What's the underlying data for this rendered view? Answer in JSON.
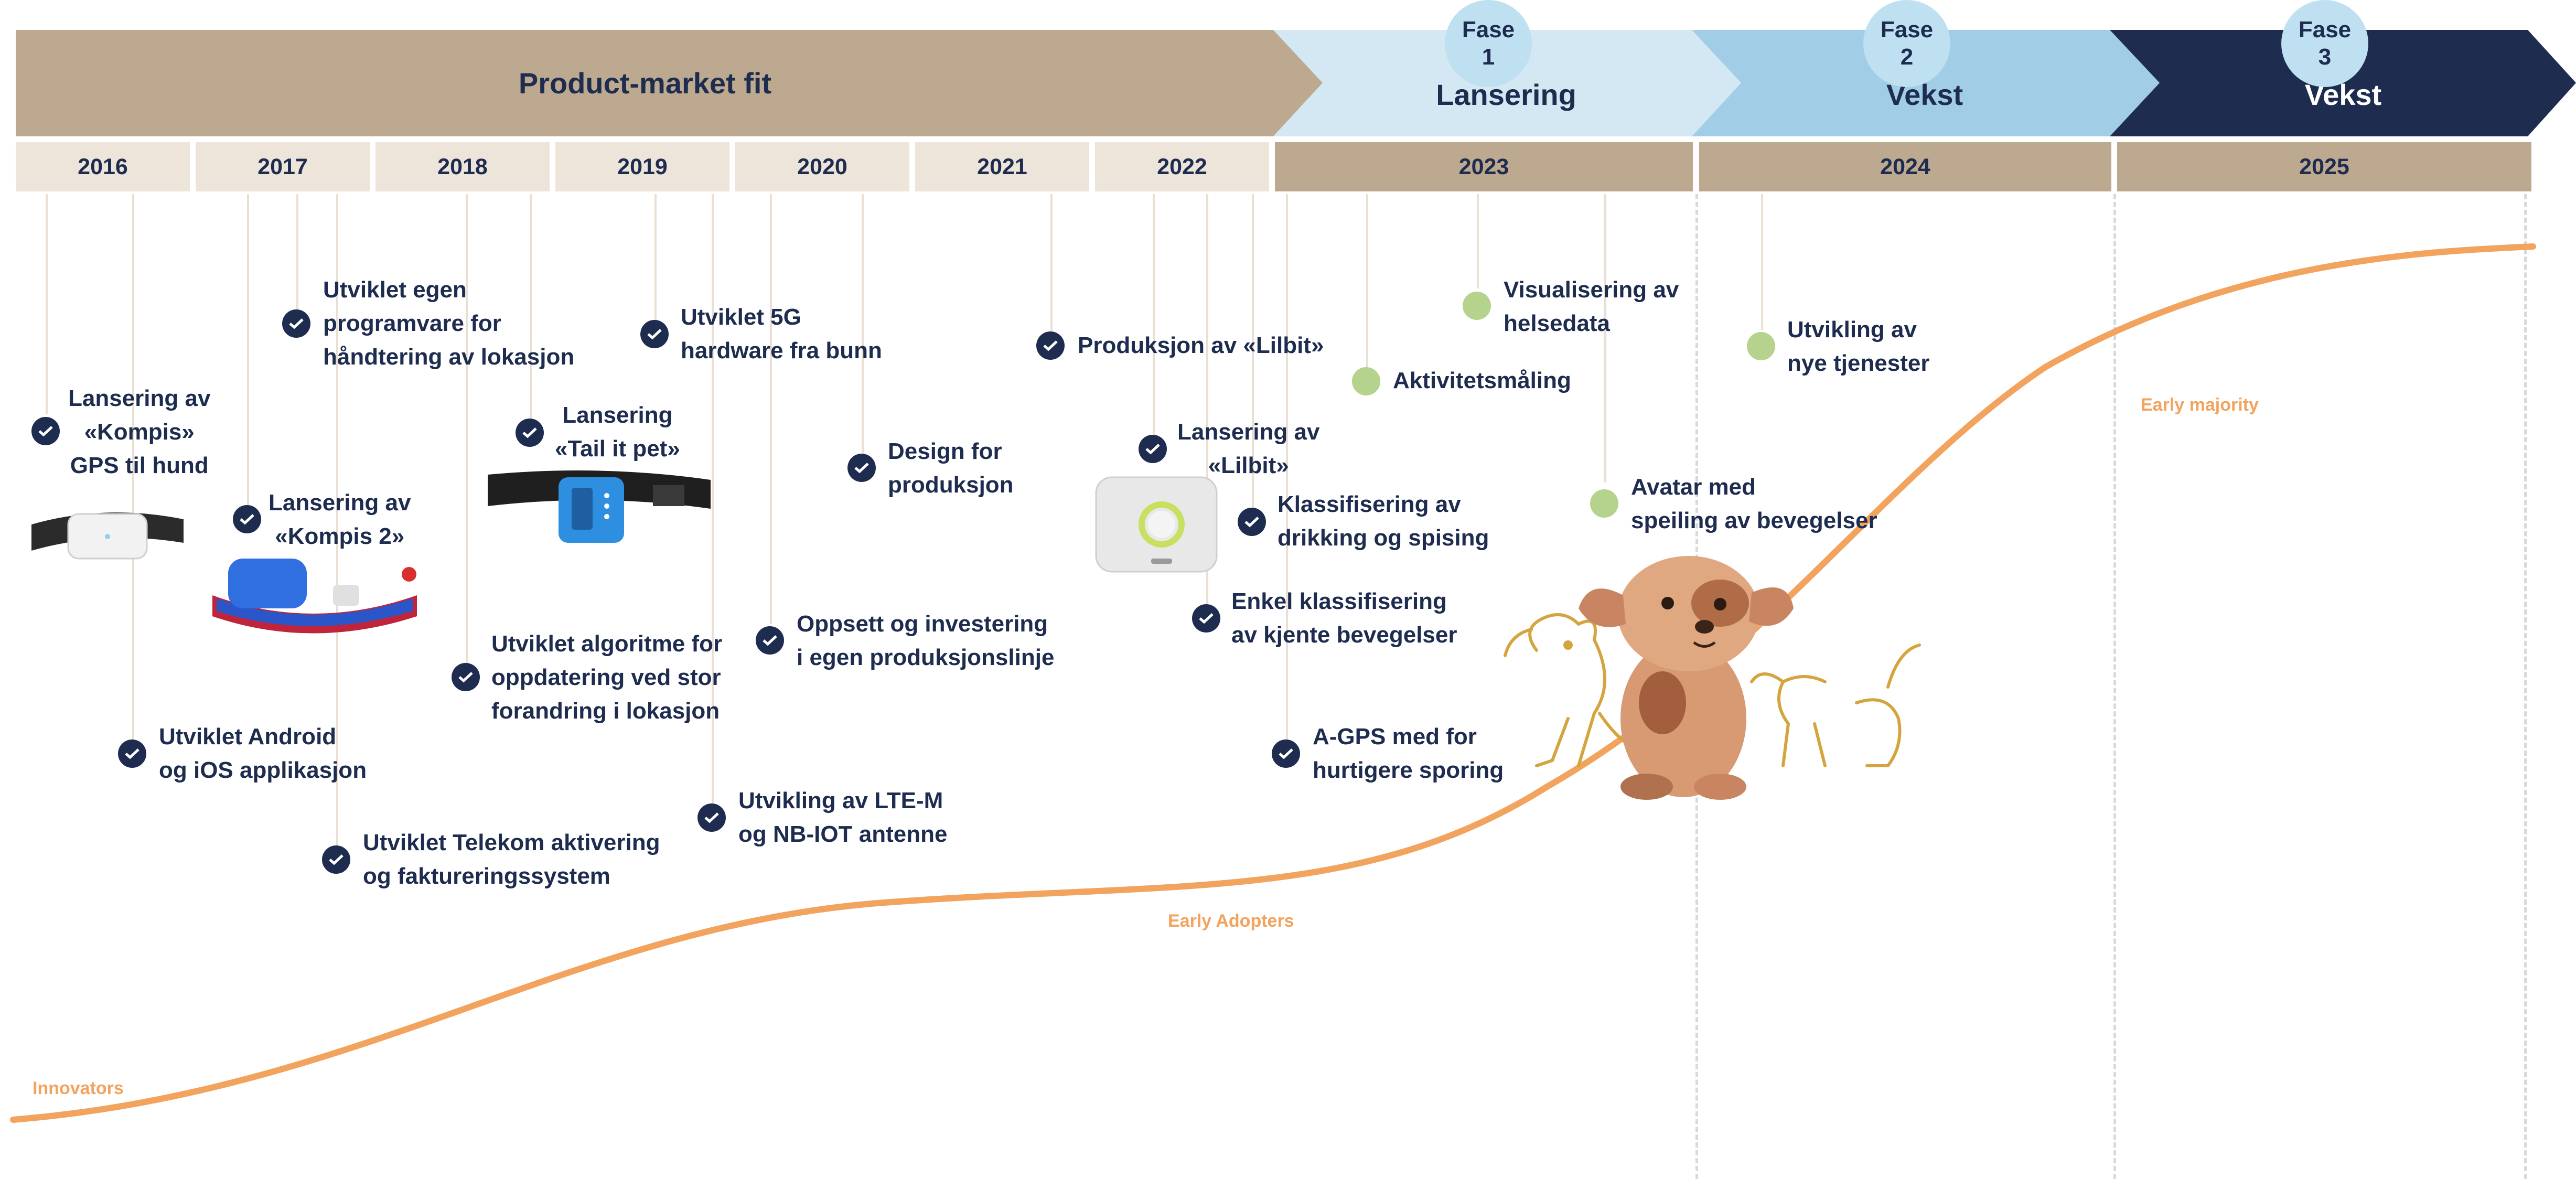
{
  "banner": {
    "pmf_label": "Product-market fit",
    "phases": [
      {
        "fase_label": "Fase",
        "fase_num": "1",
        "title": "Lansering"
      },
      {
        "fase_label": "Fase",
        "fase_num": "2",
        "title": "Vekst"
      },
      {
        "fase_label": "Fase",
        "fase_num": "3",
        "title": "Vekst"
      }
    ]
  },
  "years": [
    "2016",
    "2017",
    "2018",
    "2019",
    "2020",
    "2021",
    "2022",
    "2023",
    "2024",
    "2025"
  ],
  "milestones": {
    "m1": [
      "Lansering av",
      "«Kompis»",
      "GPS til hund"
    ],
    "m2": [
      "Utviklet Android",
      "og iOS applikasjon"
    ],
    "m3": [
      "Lansering av",
      "«Kompis 2»"
    ],
    "m4": [
      "Utviklet egen",
      "programvare for",
      "håndtering av lokasjon"
    ],
    "m5": [
      "Utviklet Telekom aktivering",
      "og faktureringssystem"
    ],
    "m6": [
      "Utviklet algoritme for",
      "oppdatering ved stor",
      "forandring i lokasjon"
    ],
    "m7": [
      "Lansering",
      "«Tail it pet»"
    ],
    "m8": [
      "Utviklet 5G",
      "hardware fra bunn"
    ],
    "m9": [
      "Utvikling av LTE-M",
      "og NB-IOT antenne"
    ],
    "m10": [
      "Oppsett og investering",
      "i egen produksjonslinje"
    ],
    "m11": [
      "Design for",
      "produksjon"
    ],
    "m12": [
      "Produksjon av «Lilbit»"
    ],
    "m13": [
      "Lansering av",
      "«Lilbit»"
    ],
    "m14": [
      "Enkel klassifisering",
      "av kjente bevegelser"
    ],
    "m15": [
      "Klassifisering av",
      "drikking og spising"
    ],
    "m16": [
      "A-GPS med for",
      "hurtigere sporing"
    ],
    "m17": [
      "Aktivitetsmåling"
    ],
    "m18": [
      "Visualisering av",
      "helsedata"
    ],
    "m19": [
      "Avatar med",
      "speiling av bevegelser"
    ],
    "m20": [
      "Utvikling av",
      "nye tjenester"
    ]
  },
  "adoption": {
    "innovators": "Innovators",
    "early_adopters": "Early Adopters",
    "early_majority": "Early majority"
  },
  "colors": {
    "navy": "#1d2c4f",
    "tan": "#bda98f",
    "light_tan": "#ede4da",
    "light_blue": "#d3e8f2",
    "mid_blue": "#a2cde7",
    "green_dot": "#b5d38c",
    "curve_orange": "#f2a35e"
  },
  "icons": {
    "check": "check-icon",
    "dot": "green-dot-icon"
  }
}
